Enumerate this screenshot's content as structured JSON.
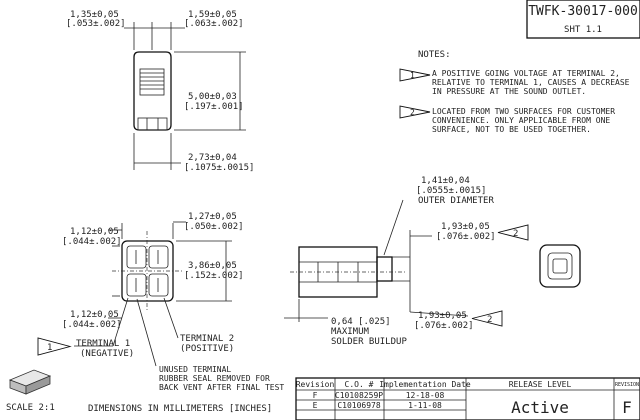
{
  "title_block": {
    "part_number": "TWFK-30017-000",
    "sheet": "SHT 1.1",
    "revision_header": "Revision",
    "co_header": "C.O. #",
    "impl_header": "Implementation Date",
    "release_header": "RELEASE LEVEL",
    "revision_label": "REVISION",
    "release_level": "Active",
    "revision_letter": "F",
    "revisions": [
      {
        "rev": "F",
        "co": "C10108259P",
        "date": "12-18-08"
      },
      {
        "rev": "E",
        "co": "C10106978",
        "date": "1-11-08"
      }
    ]
  },
  "notes": {
    "heading": "NOTES:",
    "note1_number": "1",
    "note1_lines": [
      "A POSITIVE GOING VOLTAGE AT TERMINAL 2,",
      "RELATIVE TO TERMINAL 1, CAUSES A DECREASE",
      "IN PRESSURE AT THE SOUND OUTLET."
    ],
    "note2_number": "2",
    "note2_lines": [
      "LOCATED FROM TWO SURFACES FOR CUSTOMER",
      "CONVENIENCE. ONLY APPLICABLE FROM ONE",
      "SURFACE, NOT TO BE USED TOGETHER."
    ]
  },
  "dimensions": {
    "top_width": [
      "1,35±0,05",
      "[.053±.002]"
    ],
    "top_depth": [
      "1,59±0,05",
      "[.063±.002]"
    ],
    "top_height": [
      "5,00±0,03",
      "[.197±.001]"
    ],
    "top_total": [
      "2,73±0,04",
      "[.1075±.0015]"
    ],
    "front_left": [
      "1,12±0,05",
      "[.044±.002]"
    ],
    "front_top": [
      "1,27±0,05",
      "[.050±.002]"
    ],
    "front_height": [
      "3,86±0,05",
      "[.152±.002]"
    ],
    "front_bottom": [
      "1,12±0,05",
      "[.044±.002]"
    ],
    "side_tube": [
      "1,41±0,04",
      "[.0555±.0015]",
      "OUTER DIAMETER"
    ],
    "side_upper": [
      "1,93±0,05",
      "[.076±.002]"
    ],
    "side_lower": [
      "1,93±0,05",
      "[.076±.002]"
    ],
    "solder": [
      "0,64 [.025]",
      "MAXIMUM",
      "SOLDER BUILDUP"
    ]
  },
  "labels": {
    "terminal1": [
      "TERMINAL 1",
      "(NEGATIVE)"
    ],
    "terminal2": [
      "TERMINAL 2",
      "(POSITIVE)"
    ],
    "unused": [
      "UNUSED TERMINAL",
      "RUBBER SEAL REMOVED FOR",
      "BACK VENT AFTER FINAL TEST"
    ],
    "scale": "SCALE  2:1",
    "units": "DIMENSIONS IN MILLIMETERS [INCHES]"
  },
  "callouts": {
    "terminal_note": "1",
    "upper_note": "2",
    "lower_note": "2"
  }
}
